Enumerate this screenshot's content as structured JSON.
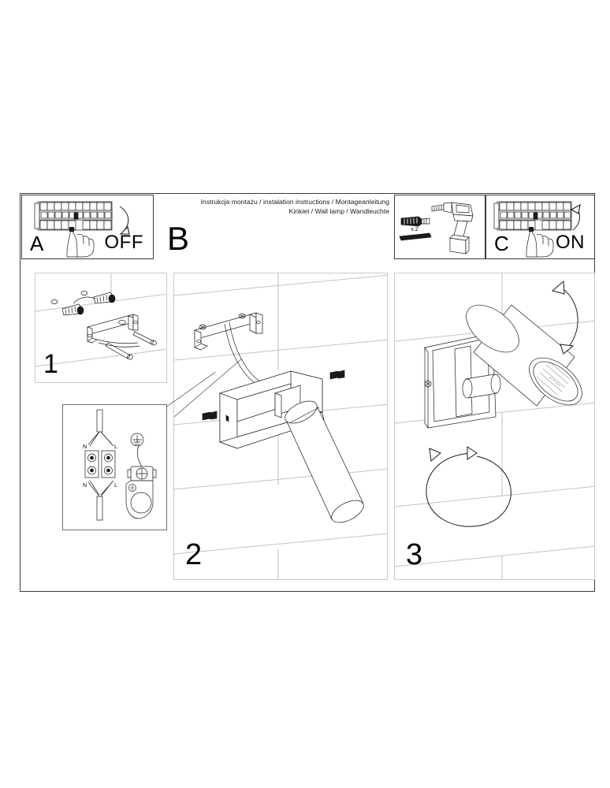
{
  "document": {
    "type": "installation-instructions-sheet",
    "title_lines": [
      "Instrukcja montażu / instalation instructions / Montageanleitung",
      "Kinkiet / Wall lamp / Wandleuchte"
    ]
  },
  "top_row": {
    "panel_a": {
      "letter": "A",
      "action_label": "OFF",
      "icon": "circuit-breaker-panel-hand-icon",
      "arrow": "arrow-curved-down"
    },
    "panel_b": {
      "letter": "B"
    },
    "panel_tools": {
      "icon": "power-drill-icon",
      "quantity_label": "x 2",
      "parts": [
        "wall-anchor-icon",
        "screw-icon"
      ]
    },
    "panel_c": {
      "letter": "C",
      "action_label": "ON",
      "icon": "circuit-breaker-panel-hand-icon",
      "arrow": "arrow-curved-up"
    }
  },
  "steps": [
    {
      "number": "1",
      "name": "mount-bracket-parts",
      "icon": "bracket-screws-anchors-icon"
    },
    {
      "number": "2",
      "name": "attach-lamp-body",
      "icon": "wall-lamp-mounting-icon"
    },
    {
      "number": "3",
      "name": "adjust-spotlight",
      "icon": "wall-lamp-rotation-icon"
    }
  ],
  "wiring_detail": {
    "name": "wiring-terminal-diagram",
    "terminal_labels_top": [
      "N",
      "L"
    ],
    "terminal_labels_bottom": [
      "N",
      "L"
    ],
    "earth_symbol": "protective-earth-icon"
  },
  "colors": {
    "frame": "#3c3c3c",
    "panel_border": "#c9c9c9",
    "wall_line": "#c2c2c2",
    "ink": "#1a1a1a"
  }
}
